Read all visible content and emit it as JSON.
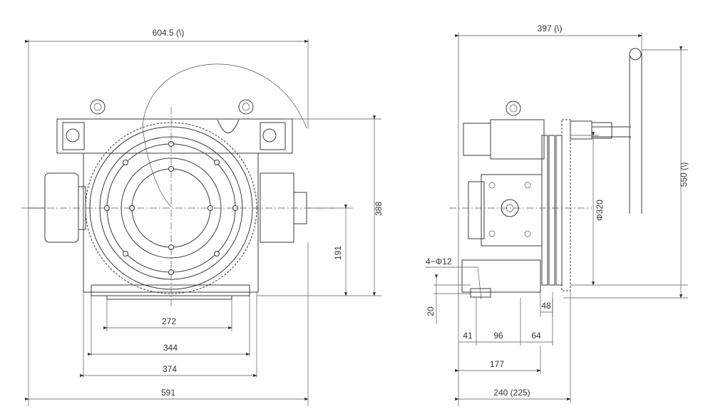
{
  "front_view": {
    "top_width": "604.5 (\\)",
    "height_388": "388",
    "height_191": "191",
    "width_272": "272",
    "width_344": "344",
    "width_374": "374",
    "width_591": "591"
  },
  "side_view": {
    "top_width": "397 (\\)",
    "total_height": "550 (\\)",
    "diameter": "Φ320",
    "holes": "4−Φ12",
    "base_20": "20",
    "dim_48": "48",
    "dim_41": "41",
    "dim_96": "96",
    "dim_64": "64",
    "dim_177": "177",
    "dim_240": "240 (225)"
  }
}
